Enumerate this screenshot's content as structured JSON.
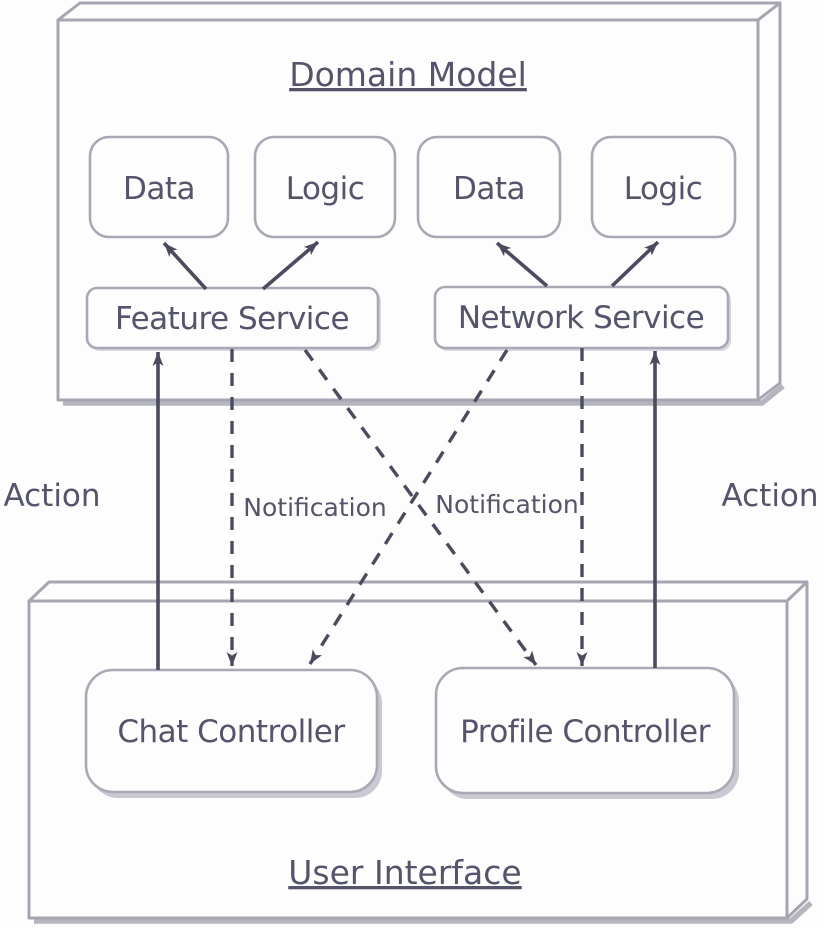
{
  "colors": {
    "border": "#a6a6b2",
    "text": "#54546a",
    "arrow": "#4b4b5e",
    "box_fill": "#fdfdfe",
    "shadow": "#c9c9d4",
    "background": "#fdfdfd"
  },
  "domain_model": {
    "title": "Domain Model",
    "components": [
      {
        "label": "Data"
      },
      {
        "label": "Logic"
      },
      {
        "label": "Data"
      },
      {
        "label": "Logic"
      }
    ],
    "services": [
      {
        "label": "Feature Service"
      },
      {
        "label": "Network Service"
      }
    ]
  },
  "user_interface": {
    "title": "User Interface",
    "controllers": [
      {
        "label": "Chat Controller"
      },
      {
        "label": "Profile Controller"
      }
    ]
  },
  "edge_labels": {
    "action_left": "Action",
    "action_right": "Action",
    "notification_left": "Notification",
    "notification_right": "Notification"
  }
}
